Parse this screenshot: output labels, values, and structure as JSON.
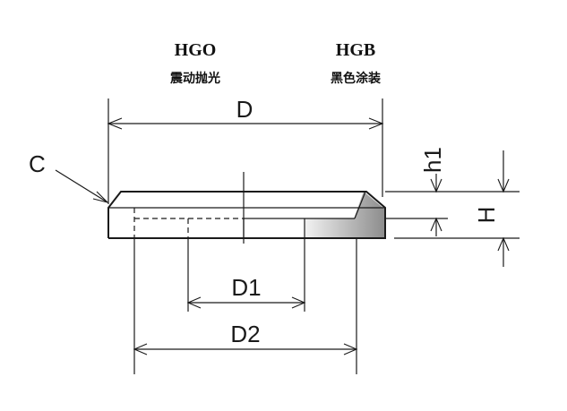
{
  "variants": {
    "left": {
      "code": "HGO",
      "finish": "震动抛光"
    },
    "right": {
      "code": "HGB",
      "finish": "黑色涂装"
    }
  },
  "dimensions": {
    "outer_diameter": "D",
    "chamfer": "C",
    "inner_diameter_1": "D1",
    "inner_diameter_2": "D2",
    "step_height": "h1",
    "total_height": "H"
  },
  "colors": {
    "line": "#1a1a1a",
    "black_coating_gradient_start": "#f2f2f2",
    "black_coating_gradient_end": "#8c8c8c"
  }
}
